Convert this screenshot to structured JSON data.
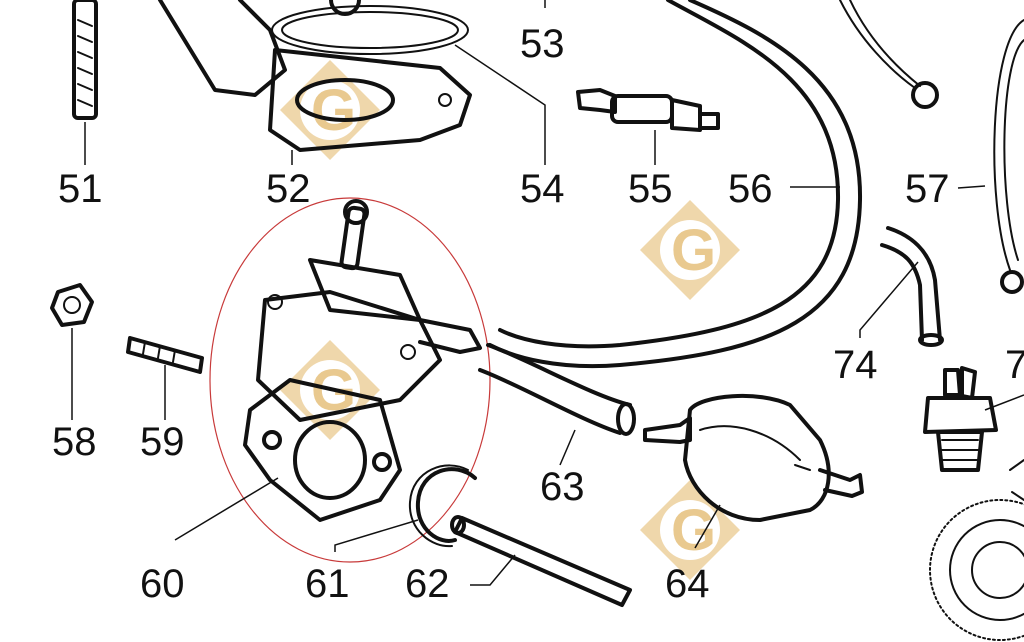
{
  "diagram": {
    "callouts": [
      {
        "id": "51",
        "label": "51"
      },
      {
        "id": "52",
        "label": "52"
      },
      {
        "id": "53",
        "label": "53"
      },
      {
        "id": "54",
        "label": "54"
      },
      {
        "id": "55",
        "label": "55"
      },
      {
        "id": "56",
        "label": "56"
      },
      {
        "id": "57",
        "label": "57"
      },
      {
        "id": "58",
        "label": "58"
      },
      {
        "id": "59",
        "label": "59"
      },
      {
        "id": "60",
        "label": "60"
      },
      {
        "id": "61",
        "label": "61"
      },
      {
        "id": "62",
        "label": "62"
      },
      {
        "id": "63",
        "label": "63"
      },
      {
        "id": "64",
        "label": "64"
      },
      {
        "id": "74",
        "label": "74"
      },
      {
        "id": "75-partial",
        "label": "7"
      }
    ],
    "highlight": {
      "part": "60",
      "color": "#c83a3a"
    },
    "watermark": {
      "letter": "G",
      "color": "#e9c98f"
    }
  }
}
